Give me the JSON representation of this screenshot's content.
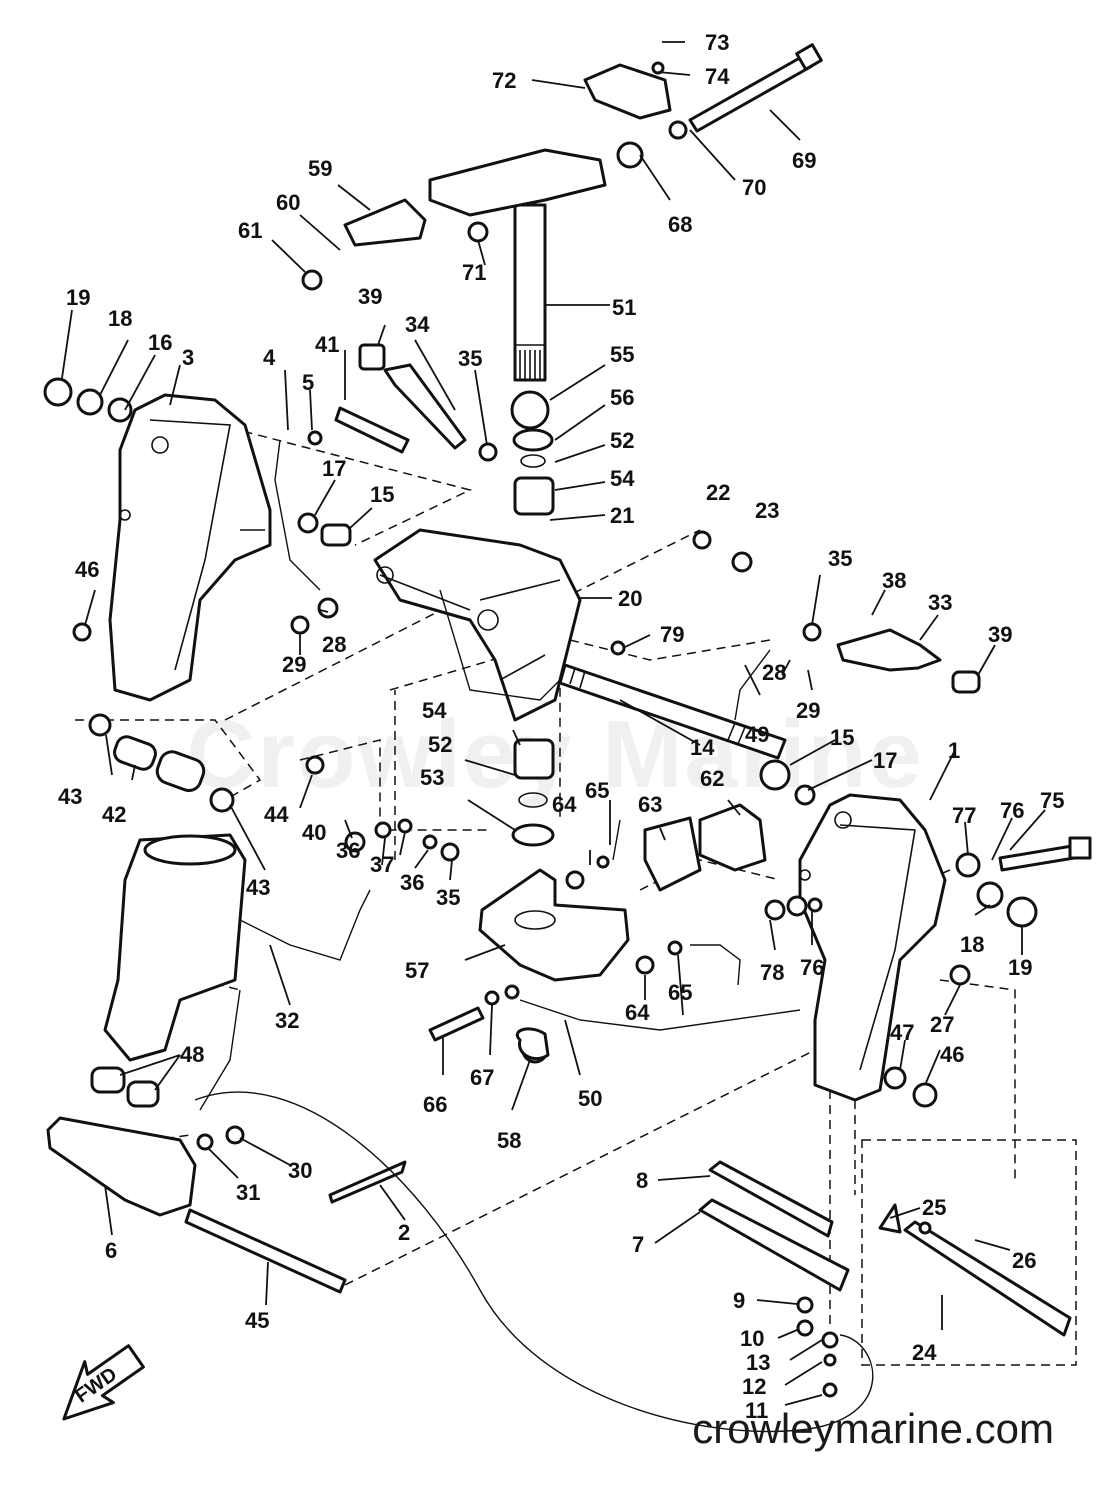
{
  "watermark": "Crowley Marine",
  "footer_url": "crowleymarine.com",
  "fwd_label": "FWD",
  "callouts": [
    "1",
    "2",
    "3",
    "4",
    "5",
    "6",
    "7",
    "8",
    "9",
    "10",
    "11",
    "12",
    "13",
    "14",
    "15",
    "16",
    "17",
    "18",
    "19",
    "20",
    "21",
    "22",
    "23",
    "24",
    "25",
    "26",
    "27",
    "28",
    "29",
    "30",
    "31",
    "32",
    "33",
    "34",
    "35",
    "36",
    "37",
    "38",
    "39",
    "40",
    "41",
    "42",
    "43",
    "44",
    "45",
    "46",
    "47",
    "48",
    "49",
    "50",
    "51",
    "52",
    "53",
    "54",
    "55",
    "56",
    "57",
    "58",
    "59",
    "60",
    "61",
    "62",
    "63",
    "64",
    "65",
    "66",
    "67",
    "68",
    "69",
    "70",
    "71",
    "72",
    "73",
    "74",
    "75",
    "76",
    "77",
    "78",
    "79"
  ]
}
